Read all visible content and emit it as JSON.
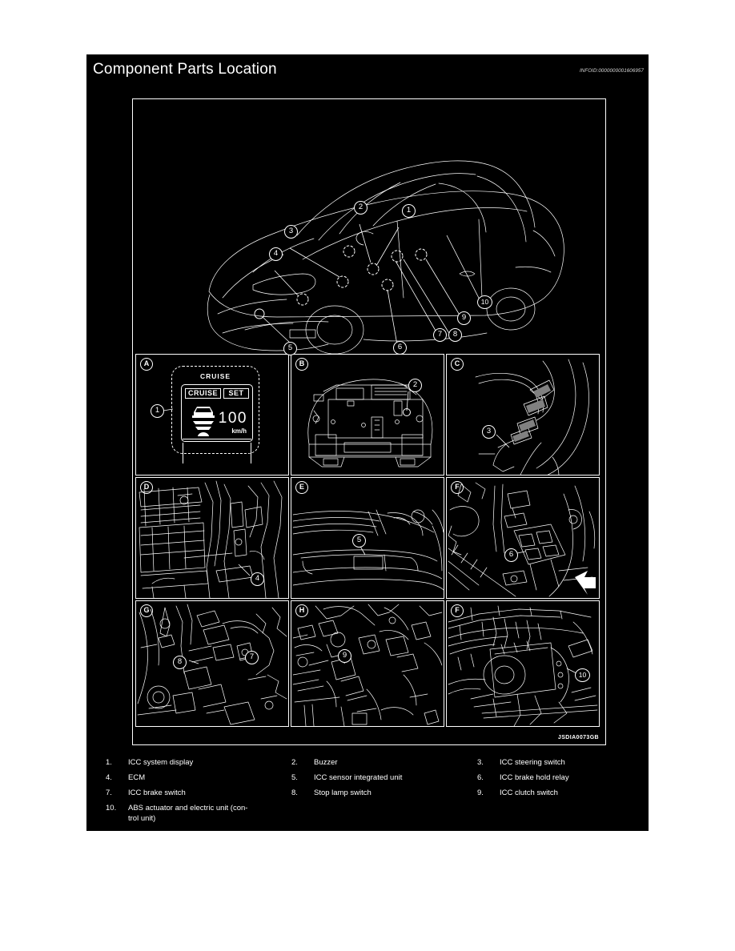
{
  "header": {
    "title": "Component Parts Location",
    "infoid": "INFOID:0000000001606957"
  },
  "figure": {
    "drawing_code": "JSDIA0073GB",
    "main_callouts": [
      "1",
      "2",
      "3",
      "4",
      "5",
      "6",
      "7",
      "8",
      "9",
      "10"
    ],
    "panels": [
      {
        "letter": "A",
        "callouts": [
          "1"
        ]
      },
      {
        "letter": "B",
        "callouts": [
          "2"
        ]
      },
      {
        "letter": "C",
        "callouts": [
          "3"
        ]
      },
      {
        "letter": "D",
        "callouts": [
          "4"
        ]
      },
      {
        "letter": "E",
        "callouts": [
          "5"
        ]
      },
      {
        "letter": "F",
        "callouts": [
          "6"
        ]
      },
      {
        "letter": "G",
        "callouts": [
          "7",
          "8"
        ]
      },
      {
        "letter": "H",
        "callouts": [
          "9"
        ]
      },
      {
        "letter": "F",
        "callouts": [
          "10"
        ]
      }
    ]
  },
  "icc_display": {
    "header_label": "CRUISE",
    "cruise_tag": "CRUISE",
    "set_tag": "SET",
    "speed": "100",
    "unit": "km/h"
  },
  "parts": [
    {
      "num": "1.",
      "name": "ICC system display"
    },
    {
      "num": "2.",
      "name": "Buzzer"
    },
    {
      "num": "3.",
      "name": "ICC steering switch"
    },
    {
      "num": "4.",
      "name": "ECM"
    },
    {
      "num": "5.",
      "name": "ICC sensor integrated unit"
    },
    {
      "num": "6.",
      "name": "ICC brake hold relay"
    },
    {
      "num": "7.",
      "name": "ICC brake switch"
    },
    {
      "num": "8.",
      "name": "Stop lamp switch"
    },
    {
      "num": "9.",
      "name": "ICC clutch switch"
    },
    {
      "num": "10.",
      "name": "ABS actuator and electric unit (con-",
      "continuation": "trol unit)"
    }
  ],
  "colors": {
    "background": "#ffffff",
    "document": "#000000",
    "ink": "#ffffff"
  }
}
